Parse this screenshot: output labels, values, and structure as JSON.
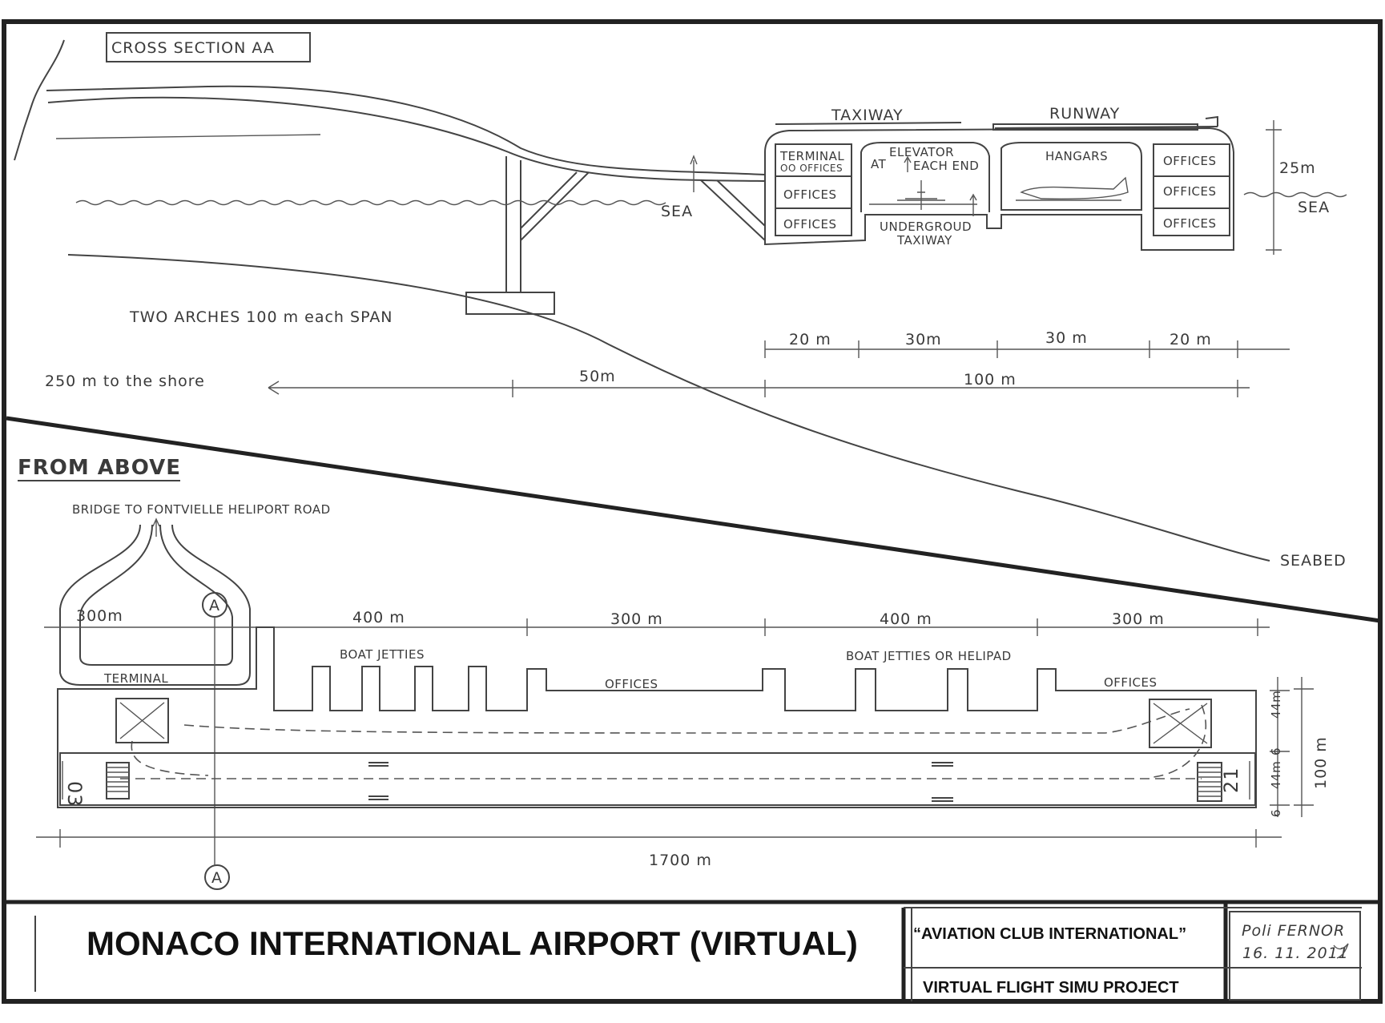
{
  "cross_section": {
    "heading": "CROSS SECTION AA",
    "taxiway": "TAXIWAY",
    "runway": "RUNWAY",
    "terminal_offices": "TERMINAL",
    "terminal_offices_sub": "OO OFFICES",
    "offices": "OFFICES",
    "elevator_line1": "ELEVATOR",
    "elevator_at": "AT",
    "elevator_line2": "EACH END",
    "hangars": "HANGARS",
    "underground_line1": "UNDERGROUD",
    "underground_line2": "TAXIWAY",
    "sea": "SEA",
    "height": "25m",
    "arches": "TWO ARCHES  100 m each SPAN",
    "shore": "250 m to the shore",
    "dim_50": "50m",
    "dim_100": "100 m",
    "dim_20a": "20 m",
    "dim_30a": "30m",
    "dim_30b": "30 m",
    "dim_20b": "20 m",
    "seabed": "SEABED"
  },
  "plan": {
    "heading": "FROM ABOVE",
    "bridge": "BRIDGE TO FONTVIELLE HELIPORT ROAD",
    "dim_300a": "300m",
    "section_marker": "A",
    "terminal": "TERMINAL",
    "dim_400a": "400 m",
    "dim_300b": "300 m",
    "dim_400b": "400 m",
    "dim_300c": "300 m",
    "boat_jetties": "BOAT JETTIES",
    "offices_a": "OFFICES",
    "boat_jetties_helipad": "BOAT JETTIES OR HELIPAD",
    "offices_b": "OFFICES",
    "runway_03": "03",
    "runway_21": "21",
    "dim_44a": "44m",
    "dim_6a": "6",
    "dim_44b": "44m",
    "dim_6b": "6",
    "dim_100m": "100 m",
    "length": "1700 m"
  },
  "title_block": {
    "title": "MONACO INTERNATIONAL AIRPORT (VIRTUAL)",
    "club": "“AVIATION CLUB INTERNATIONAL”",
    "project": "VIRTUAL FLIGHT SIMU PROJECT",
    "author": "Poli FERNOR",
    "date": "16. 11. 2011"
  }
}
